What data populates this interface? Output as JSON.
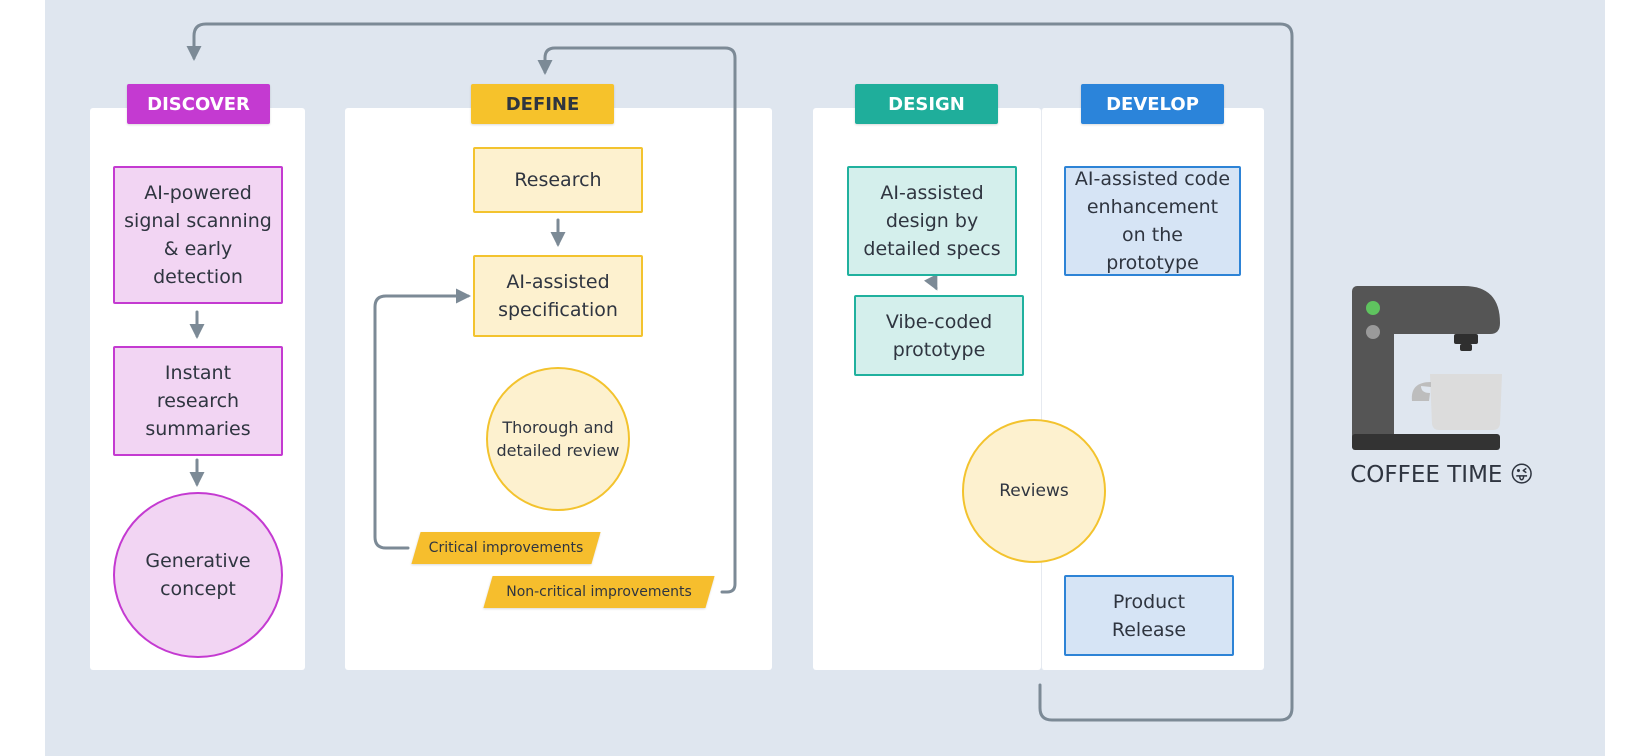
{
  "phases": {
    "discover": "DISCOVER",
    "define": "DEFINE",
    "design": "DESIGN",
    "develop": "DEVELOP"
  },
  "discover": {
    "signal_scanning": "AI-powered signal scanning & early detection",
    "research_summaries": "Instant research summaries",
    "generative_concept": "Generative concept"
  },
  "define": {
    "research": "Research",
    "specification": "AI-assisted specification",
    "review": "Thorough and detailed review",
    "critical": "Critical improvements",
    "non_critical": "Non-critical improvements"
  },
  "design": {
    "ai_design": "AI-assisted design by detailed specs",
    "prototype": "Vibe-coded prototype",
    "reviews": "Reviews"
  },
  "develop": {
    "code_enhancement": "AI-assisted code enhancement on the prototype",
    "release": "Product Release"
  },
  "coffee": {
    "label": "COFFEE TIME 😜"
  },
  "colors": {
    "discover": "#c43ad1",
    "define": "#f6c22b",
    "design": "#1fae9b",
    "develop": "#2b84da",
    "connector": "#7c8a96"
  }
}
